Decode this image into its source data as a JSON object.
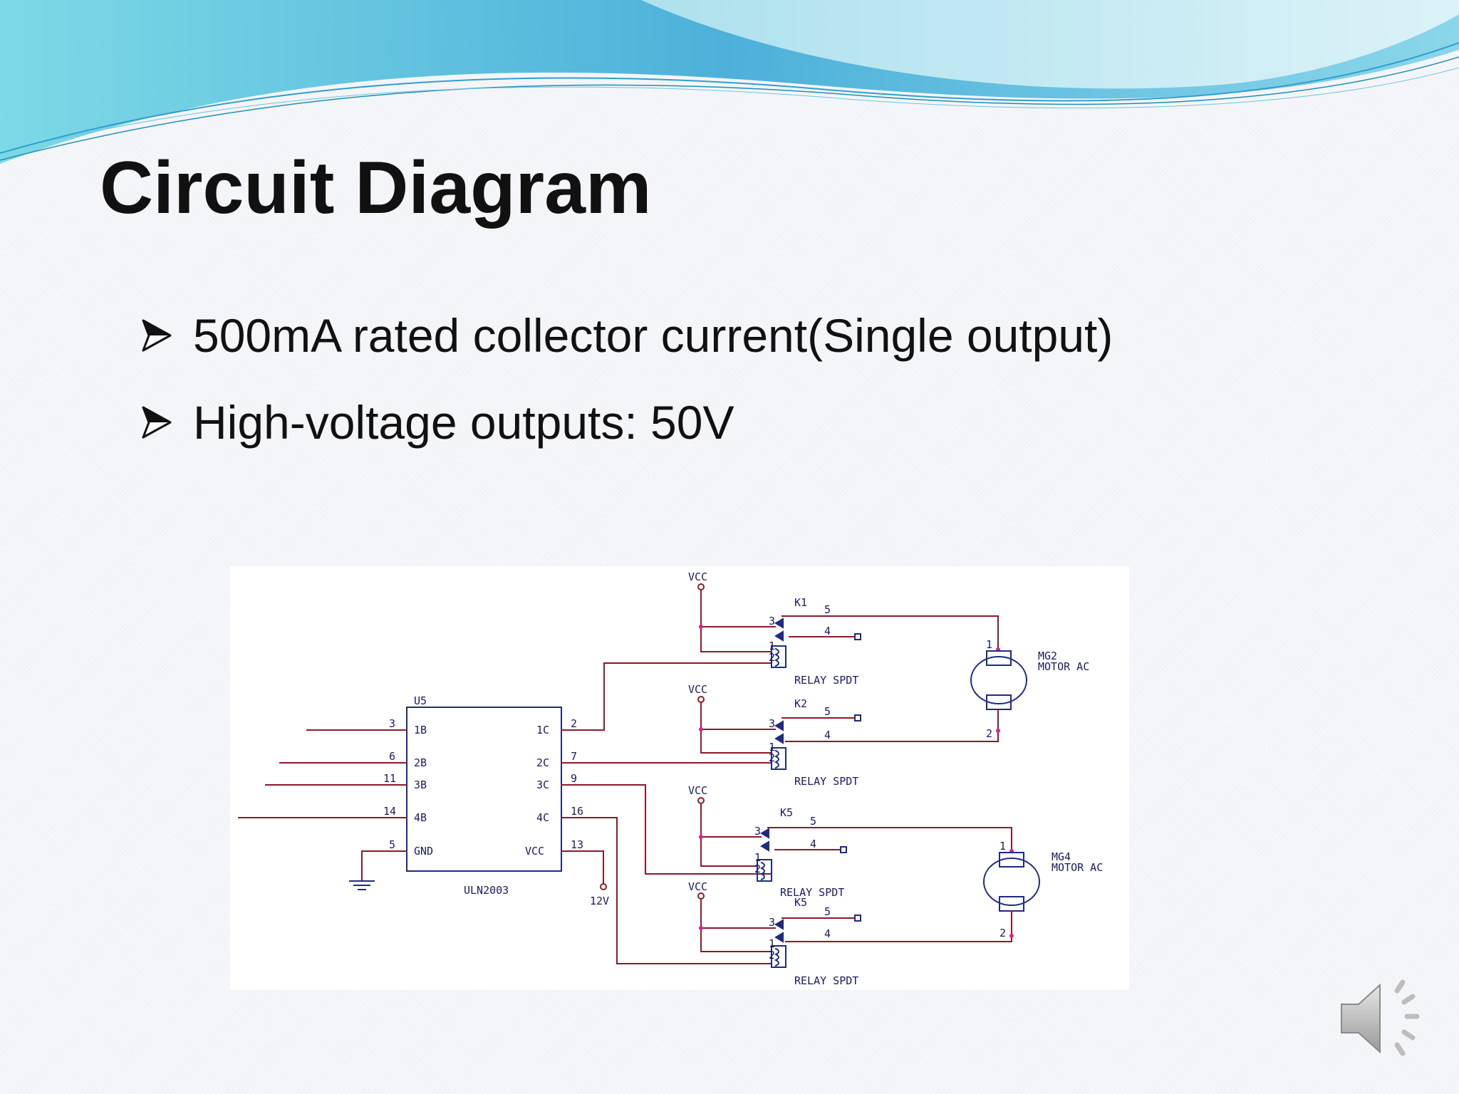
{
  "slide": {
    "title": "Circuit Diagram",
    "bullets": [
      "500mA rated collector current(Single output)",
      "High-voltage outputs: 50V"
    ],
    "colors": {
      "wire": "#8b1a2b",
      "component": "#1f2a80",
      "junction": "#e0208a",
      "wave_light": "#a8e4ee",
      "wave_dark": "#2f9fd0"
    },
    "icons": {
      "bullet": "arrow-bullet-icon",
      "audio": "speaker-icon"
    }
  },
  "circuit": {
    "ic": {
      "ref": "U5",
      "part": "ULN2003",
      "left_pins": [
        {
          "num": "3",
          "name": "1B"
        },
        {
          "num": "6",
          "name": "2B"
        },
        {
          "num": "11",
          "name": "3B"
        },
        {
          "num": "14",
          "name": "4B"
        },
        {
          "num": "5",
          "name": "GND"
        }
      ],
      "right_pins": [
        {
          "num": "2",
          "name": "1C"
        },
        {
          "num": "7",
          "name": "2C"
        },
        {
          "num": "9",
          "name": "3C"
        },
        {
          "num": "16",
          "name": "4C"
        },
        {
          "num": "13",
          "name": "VCC"
        }
      ],
      "supply": "12V"
    },
    "vcc_label": "VCC",
    "relays": [
      {
        "ref": "K1",
        "type": "RELAY SPDT",
        "pins": [
          "1",
          "2",
          "3",
          "4",
          "5"
        ]
      },
      {
        "ref": "K2",
        "type": "RELAY SPDT",
        "pins": [
          "1",
          "2",
          "3",
          "4",
          "5"
        ]
      },
      {
        "ref": "K5",
        "type": "RELAY SPDT",
        "pins": [
          "1",
          "2",
          "3",
          "4",
          "5"
        ]
      },
      {
        "ref": "K5",
        "type": "RELAY SPDT",
        "pins": [
          "1",
          "2",
          "3",
          "4",
          "5"
        ]
      }
    ],
    "motors": [
      {
        "ref": "MG2",
        "type": "MOTOR AC",
        "pins": [
          "1",
          "2"
        ]
      },
      {
        "ref": "MG4",
        "type": "MOTOR AC",
        "pins": [
          "1",
          "2"
        ]
      }
    ]
  }
}
